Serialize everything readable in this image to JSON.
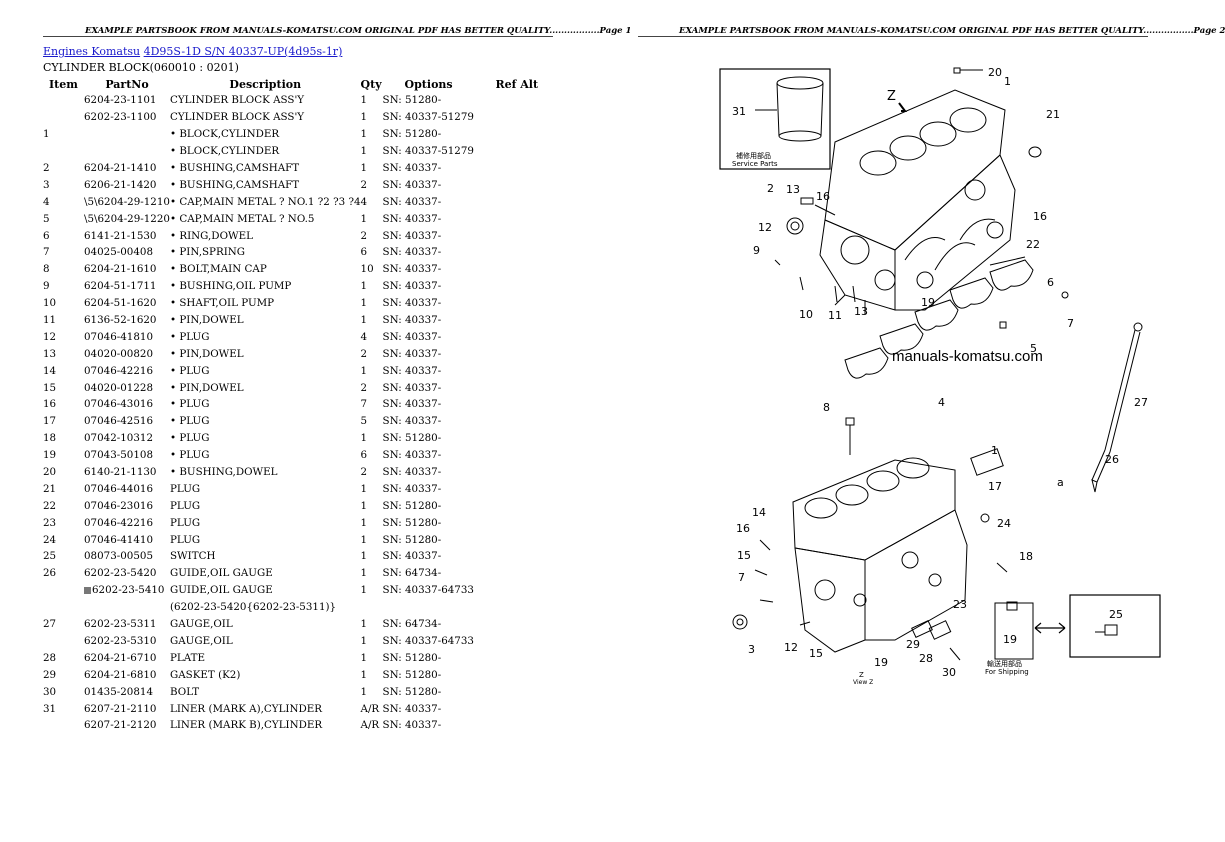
{
  "header": {
    "page1": "EXAMPLE PARTSBOOK FROM MANUALS-KOMATSU.COM ORIGINAL PDF HAS BETTER QUALITY.................Page 1",
    "page2": "EXAMPLE PARTSBOOK FROM MANUALS-KOMATSU.COM ORIGINAL PDF HAS BETTER QUALITY.................Page 2"
  },
  "breadcrumb": {
    "link1": "Engines Komatsu",
    "link2": "4D95S-1D  S/N 40337-UP(4d95s-1r)"
  },
  "section_title": "CYLINDER BLOCK(060010 : 0201)",
  "columns": {
    "item": "Item",
    "part": "PartNo",
    "desc": "Description",
    "qty": "Qty",
    "opt": "Options",
    "ref": "Ref Alt"
  },
  "rows": [
    {
      "item": "",
      "part": "6204-23-1101",
      "desc": "CYLINDER BLOCK ASS'Y",
      "qty": "1",
      "opt": "SN: 51280-"
    },
    {
      "item": "",
      "part": "6202-23-1100",
      "desc": "CYLINDER BLOCK ASS'Y",
      "qty": "1",
      "opt": "SN: 40337-51279"
    },
    {
      "item": "1",
      "part": "",
      "desc": "• BLOCK,CYLINDER",
      "qty": "1",
      "opt": "SN: 51280-"
    },
    {
      "item": "",
      "part": "",
      "desc": "• BLOCK,CYLINDER",
      "qty": "1",
      "opt": "SN: 40337-51279"
    },
    {
      "item": "2",
      "part": "6204-21-1410",
      "desc": "• BUSHING,CAMSHAFT",
      "qty": "1",
      "opt": "SN: 40337-"
    },
    {
      "item": "3",
      "part": "6206-21-1420",
      "desc": "• BUSHING,CAMSHAFT",
      "qty": "2",
      "opt": "SN: 40337-"
    },
    {
      "item": "4",
      "part": "\\5\\6204-29-1210",
      "desc": "• CAP,MAIN METAL ? NO.1 ?2 ?3 ?4",
      "qty": "4",
      "opt": "SN: 40337-"
    },
    {
      "item": "5",
      "part": "\\5\\6204-29-1220",
      "desc": "• CAP,MAIN METAL ? NO.5",
      "qty": "1",
      "opt": "SN: 40337-"
    },
    {
      "item": "6",
      "part": "6141-21-1530",
      "desc": "• RING,DOWEL",
      "qty": "2",
      "opt": "SN: 40337-"
    },
    {
      "item": "7",
      "part": "04025-00408",
      "desc": "• PIN,SPRING",
      "qty": "6",
      "opt": "SN: 40337-"
    },
    {
      "item": "8",
      "part": "6204-21-1610",
      "desc": "• BOLT,MAIN CAP",
      "qty": "10",
      "opt": "SN: 40337-"
    },
    {
      "item": "9",
      "part": "6204-51-1711",
      "desc": "• BUSHING,OIL PUMP",
      "qty": "1",
      "opt": "SN: 40337-"
    },
    {
      "item": "10",
      "part": "6204-51-1620",
      "desc": "• SHAFT,OIL PUMP",
      "qty": "1",
      "opt": "SN: 40337-"
    },
    {
      "item": "11",
      "part": "6136-52-1620",
      "desc": "• PIN,DOWEL",
      "qty": "1",
      "opt": "SN: 40337-"
    },
    {
      "item": "12",
      "part": "07046-41810",
      "desc": "• PLUG",
      "qty": "4",
      "opt": "SN: 40337-"
    },
    {
      "item": "13",
      "part": "04020-00820",
      "desc": "• PIN,DOWEL",
      "qty": "2",
      "opt": "SN: 40337-"
    },
    {
      "item": "14",
      "part": "07046-42216",
      "desc": "• PLUG",
      "qty": "1",
      "opt": "SN: 40337-"
    },
    {
      "item": "15",
      "part": "04020-01228",
      "desc": "• PIN,DOWEL",
      "qty": "2",
      "opt": "SN: 40337-"
    },
    {
      "item": "16",
      "part": "07046-43016",
      "desc": "• PLUG",
      "qty": "7",
      "opt": "SN: 40337-"
    },
    {
      "item": "17",
      "part": "07046-42516",
      "desc": "• PLUG",
      "qty": "5",
      "opt": "SN: 40337-"
    },
    {
      "item": "18",
      "part": "07042-10312",
      "desc": "• PLUG",
      "qty": "1",
      "opt": "SN: 51280-"
    },
    {
      "item": "19",
      "part": "07043-50108",
      "desc": "• PLUG",
      "qty": "6",
      "opt": "SN: 40337-"
    },
    {
      "item": "20",
      "part": "6140-21-1130",
      "desc": "• BUSHING,DOWEL",
      "qty": "2",
      "opt": "SN: 40337-"
    },
    {
      "item": "21",
      "part": "07046-44016",
      "desc": "PLUG",
      "qty": "1",
      "opt": "SN: 40337-"
    },
    {
      "item": "22",
      "part": "07046-23016",
      "desc": "PLUG",
      "qty": "1",
      "opt": "SN: 51280-"
    },
    {
      "item": "23",
      "part": "07046-42216",
      "desc": "PLUG",
      "qty": "1",
      "opt": "SN: 51280-"
    },
    {
      "item": "24",
      "part": "07046-41410",
      "desc": "PLUG",
      "qty": "1",
      "opt": "SN: 51280-"
    },
    {
      "item": "25",
      "part": "08073-00505",
      "desc": "SWITCH",
      "qty": "1",
      "opt": "SN: 40337-"
    },
    {
      "item": "26",
      "part": "6202-23-5420",
      "desc": "GUIDE,OIL GAUGE",
      "qty": "1",
      "opt": "SN: 64734-"
    },
    {
      "item": "",
      "part": "6202-23-5410",
      "desc": "GUIDE,OIL GAUGE",
      "qty": "1",
      "opt": "SN: 40337-64733",
      "marked": true
    },
    {
      "item": "",
      "part": "",
      "desc": "(6202-23-5420{6202-23-5311)}",
      "qty": "",
      "opt": ""
    },
    {
      "item": "27",
      "part": "6202-23-5311",
      "desc": "GAUGE,OIL",
      "qty": "1",
      "opt": "SN: 64734-"
    },
    {
      "item": "",
      "part": "6202-23-5310",
      "desc": "GAUGE,OIL",
      "qty": "1",
      "opt": "SN: 40337-64733"
    },
    {
      "item": "28",
      "part": "6204-21-6710",
      "desc": "PLATE",
      "qty": "1",
      "opt": "SN: 51280-"
    },
    {
      "item": "29",
      "part": "6204-21-6810",
      "desc": "GASKET (K2)",
      "qty": "1",
      "opt": "SN: 51280-"
    },
    {
      "item": "30",
      "part": "01435-20814",
      "desc": "BOLT",
      "qty": "1",
      "opt": "SN: 51280-"
    },
    {
      "item": "31",
      "part": "6207-21-2110",
      "desc": "LINER (MARK A),CYLINDER",
      "qty": "A/R",
      "opt": "SN: 40337-"
    },
    {
      "item": "",
      "part": "6207-21-2120",
      "desc": "LINER (MARK B),CYLINDER",
      "qty": "A/R",
      "opt": "SN: 40337-"
    }
  ],
  "diagram": {
    "watermark": "manuals-komatsu.com",
    "callouts": [
      "1",
      "2",
      "3",
      "4",
      "5",
      "6",
      "7",
      "8",
      "9",
      "10",
      "11",
      "12",
      "13",
      "15",
      "16",
      "19",
      "20",
      "21",
      "22",
      "26",
      "27",
      "31",
      "1",
      "3",
      "7",
      "12",
      "14",
      "15",
      "16",
      "17",
      "18",
      "19",
      "23",
      "24",
      "25",
      "28",
      "29",
      "30"
    ],
    "view_letter": "Z",
    "view_mark": "a",
    "service_parts_jp": "補修用部品",
    "service_parts": "Service Parts",
    "shipping_jp": "輸送用部品",
    "shipping": "For Shipping",
    "view_z_label": "Z",
    "view_z_caption": "View Z"
  }
}
